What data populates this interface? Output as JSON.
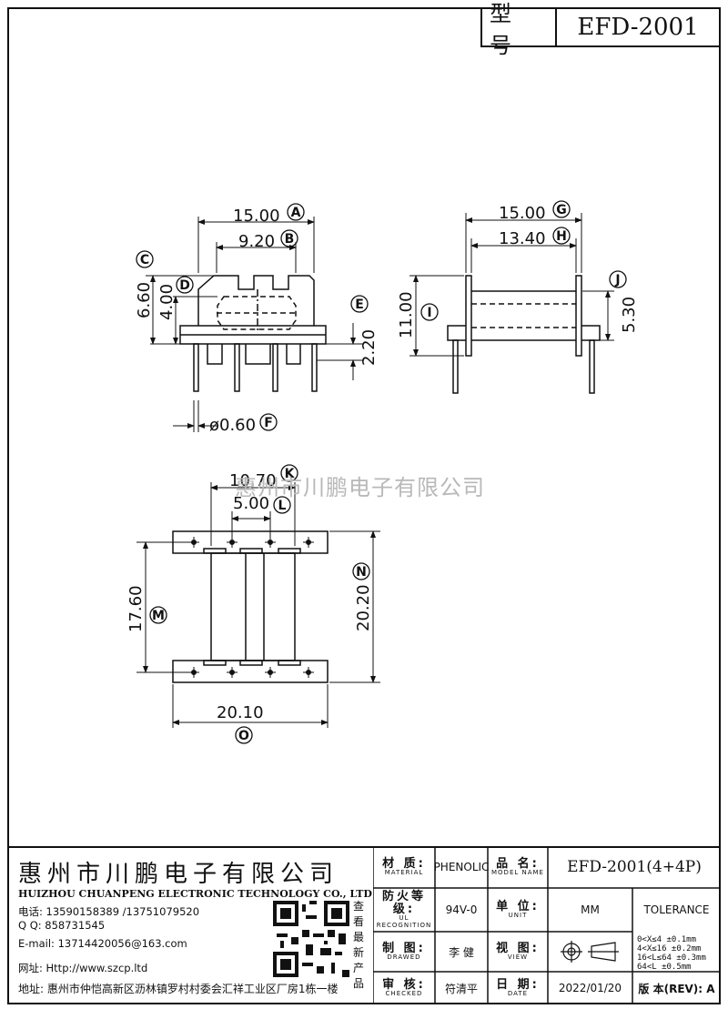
{
  "header": {
    "model_label": "型 号",
    "model_value": "EFD-2001"
  },
  "watermark": "惠州市川鹏电子有限公司",
  "dimensions": {
    "A": "15.00",
    "B": "9.20",
    "C": "6.60",
    "D": "4.00",
    "E": "2.20",
    "F": "ø0.60",
    "G": "15.00",
    "H": "13.40",
    "I": "11.00",
    "J": "5.30",
    "K": "10.70",
    "L": "5.00",
    "M": "17.60",
    "N": "20.20",
    "O": "20.10"
  },
  "markers": [
    "A",
    "B",
    "C",
    "D",
    "E",
    "F",
    "G",
    "H",
    "I",
    "J",
    "K",
    "L",
    "M",
    "N",
    "O"
  ],
  "company": {
    "name_cn": "惠州市川鹏电子有限公司",
    "name_en": "HUIZHOU CHUANPENG ELECTRONIC TECHNOLOGY CO., LTD",
    "phone": "电话: 13590158389 /13751079520",
    "qq": "Q Q:  858731545",
    "email": "E-mail: 13714420056@163.com",
    "web": "网址: Http://www.szcp.ltd",
    "qr_note": "查看最新产品",
    "address": "地址: 惠州市仲恺高新区沥林镇罗村村委会汇祥工业区厂房1栋一楼"
  },
  "title_block": {
    "material_cn": "材 质:",
    "material_en": "MATERIAL",
    "material_value": "PHENOLIC",
    "name_cn": "品 名:",
    "name_en": "MODEL NAME",
    "name_value": "EFD-2001(4+4P)",
    "ul_cn": "防火等级:",
    "ul_en": "UL RECOGNITION",
    "ul_value": "94V-0",
    "unit_cn": "单 位:",
    "unit_en": "UNIT",
    "unit_value": "MM",
    "tolerance": "TOLERANCE",
    "drawn_cn": "制 图:",
    "drawn_en": "DRAWED",
    "drawn_value": "李 健",
    "view_cn": "视 图:",
    "view_en": "VIEW",
    "checked_cn": "审 核:",
    "checked_en": "CHECKED",
    "checked_value": "符清平",
    "date_cn": "日 期:",
    "date_en": "DATE",
    "date_value": "2022/01/20",
    "rev_label": "版 本(REV): A",
    "tol_lines": [
      "0<X≤4   ±0.1mm",
      "4<X≤16  ±0.2mm",
      "16<L≤64 ±0.3mm",
      "64<L     ±0.5mm"
    ]
  }
}
